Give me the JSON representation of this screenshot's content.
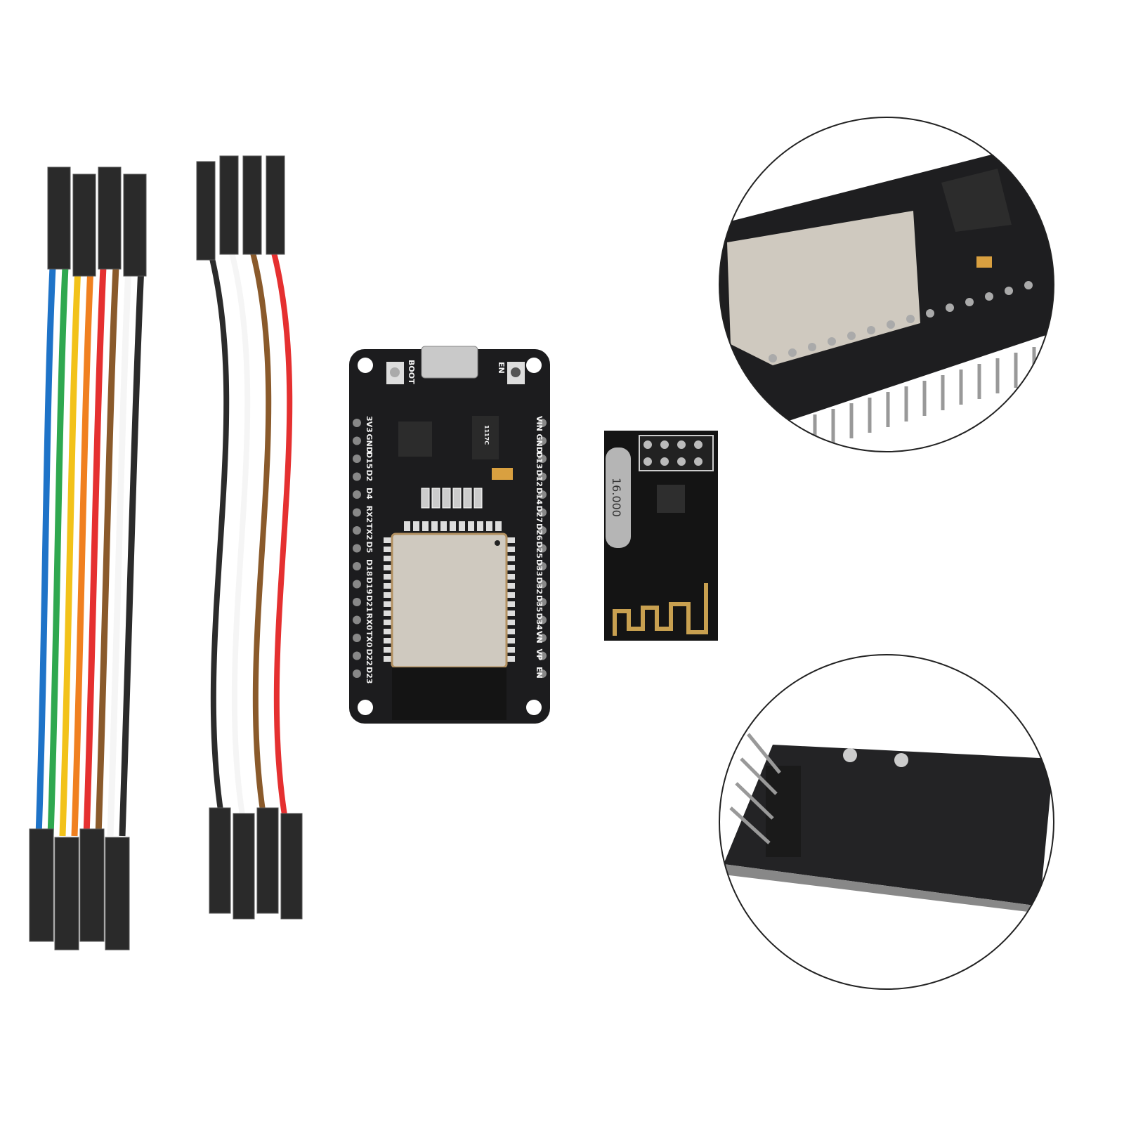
{
  "colors": {
    "background": "#ffffff",
    "pcb": "#1c1c1e",
    "shield": "#cfc9bf",
    "antenna_gold": "#c8a050",
    "connector": "#2a2a2a"
  },
  "wires_bundle_1": [
    "#1e73c8",
    "#2fa84f",
    "#f2c21a",
    "#f08020",
    "#e53030",
    "#8a5a2b",
    "#f5f5f5",
    "#2b2b2b"
  ],
  "wires_bundle_2": [
    "#2b2b2b",
    "#f5f5f5",
    "#8a5a2b",
    "#e53030"
  ],
  "esp32_board": {
    "boot_label": "BOOT",
    "en_label": "EN",
    "left_pins": [
      "3V3",
      "GND",
      "D15",
      "D2",
      "D4",
      "RX2",
      "TX2",
      "D5",
      "D18",
      "D19",
      "D21",
      "RX0",
      "TX0",
      "D22",
      "D23"
    ],
    "right_pins": [
      "VIN",
      "GND",
      "D13",
      "D12",
      "D14",
      "D27",
      "D26",
      "D25",
      "D33",
      "D32",
      "D35",
      "D34",
      "VN",
      "VP",
      "EN"
    ],
    "regulator_label": "1117C"
  },
  "nrf_module": {
    "crystal_label": "16.000"
  }
}
